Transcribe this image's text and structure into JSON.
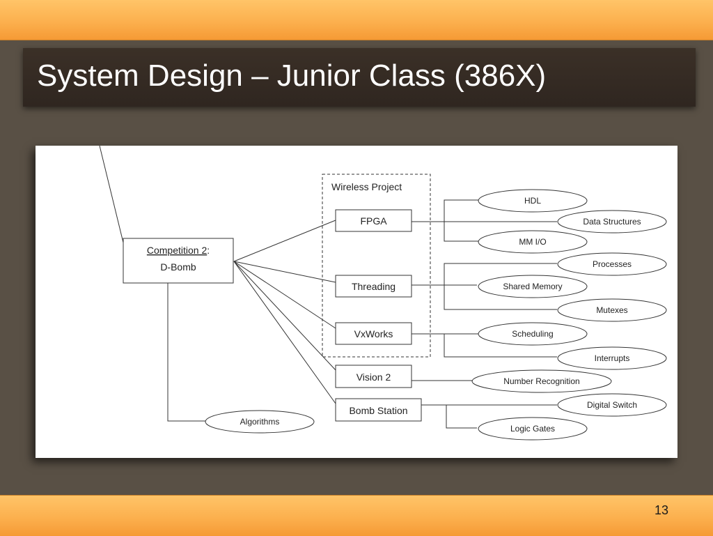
{
  "slide": {
    "title": "System Design – Junior Class (386X)",
    "page_number": "13"
  },
  "diagram": {
    "root": {
      "line1": "Competition 2",
      "line1_suffix": ":",
      "line2": "D-Bomb"
    },
    "group_label": "Wireless Project",
    "boxes": [
      {
        "id": "fpga",
        "label": "FPGA"
      },
      {
        "id": "threading",
        "label": "Threading"
      },
      {
        "id": "vxworks",
        "label": "VxWorks"
      },
      {
        "id": "vision",
        "label": "Vision 2"
      },
      {
        "id": "bomb",
        "label": "Bomb Station"
      }
    ],
    "ovals": [
      {
        "id": "hdl",
        "label": "HDL"
      },
      {
        "id": "datastruct",
        "label": "Data Structures"
      },
      {
        "id": "mmio",
        "label": "MM I/O"
      },
      {
        "id": "processes",
        "label": "Processes"
      },
      {
        "id": "sharedmem",
        "label": "Shared Memory"
      },
      {
        "id": "mutexes",
        "label": "Mutexes"
      },
      {
        "id": "scheduling",
        "label": "Scheduling"
      },
      {
        "id": "interrupts",
        "label": "Interrupts"
      },
      {
        "id": "numrec",
        "label": "Number Recognition"
      },
      {
        "id": "digitalswitch",
        "label": "Digital Switch"
      },
      {
        "id": "logicgates",
        "label": "Logic Gates"
      },
      {
        "id": "algorithms",
        "label": "Algorithms"
      }
    ],
    "colors": {
      "line": "#333333",
      "text": "#222222",
      "background": "#ffffff"
    }
  }
}
